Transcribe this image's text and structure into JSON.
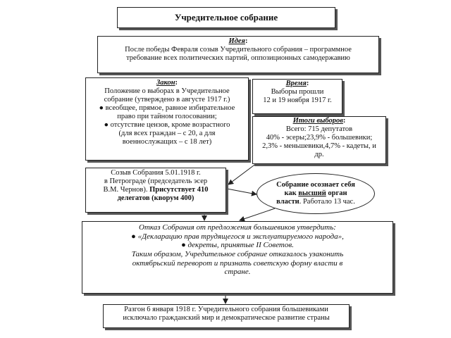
{
  "title": "Учредительное собрание",
  "idea": {
    "heading": "Идея",
    "colon": ":",
    "lines": [
      "После победы Февраля созыв Учредительного собрания – программное",
      "требование всех политических партий, оппозиционных самодержавию"
    ]
  },
  "law": {
    "heading": "Закон",
    "colon": ":",
    "lines": [
      "Положение о выборах в Учредительное",
      "собрание  (утверждено в августе 1917 г.)",
      "●  всеобщее, прямое, равное избирательное",
      "право при тайном голосовании;",
      "●  отсутствие цензов, кроме возрастного",
      "(для всех граждан – с 20, а для",
      "военнослужащих – с 18 лет)"
    ]
  },
  "time": {
    "heading": "Время",
    "colon": ":",
    "lines": [
      "Выборы прошли",
      "12 и 19 ноября 1917 г."
    ]
  },
  "results": {
    "heading": "Итоги выборов",
    "colon": ":",
    "lines": [
      "Всего: 715 депутатов",
      "40% - эсеры;23,9% - большевики;",
      "2,3% - меньшевики,4,7% - кадеты, и",
      "др."
    ]
  },
  "convene": {
    "line1": "Созыв Собрания 5.01.1918 г.",
    "line2": "в Петрограде (председатель эсер",
    "line3_plain": "В.М. Чернов). ",
    "line3_bold": "Присутствует 410",
    "line4_bold": "делегатов (кворум 400)"
  },
  "realize": {
    "line1": "Собрание осознает себя",
    "line2_pre": "как ",
    "line2_u": "высший",
    "line2_post": " орган",
    "line3_bold": "власти",
    "line3_rest": ". Работало 13 час."
  },
  "refusal": {
    "lines": [
      "Отказ Собрания от предложения большевиков утвердить:",
      "● «Декларацию прав трудящегося и эксплуатируемого народа»,",
      "● декреты, принятые II Советов.",
      "Таким образом, Учредительное собрание отказалось узаконить",
      "октябрьский переворот и  признать советскую форму власти в",
      "стране."
    ]
  },
  "dispersal": {
    "lines": [
      "Разгон 6 января 1918 г. Учредительного собрания большевиками",
      "исключало гражданский мир и демократическое развитие страны"
    ]
  }
}
